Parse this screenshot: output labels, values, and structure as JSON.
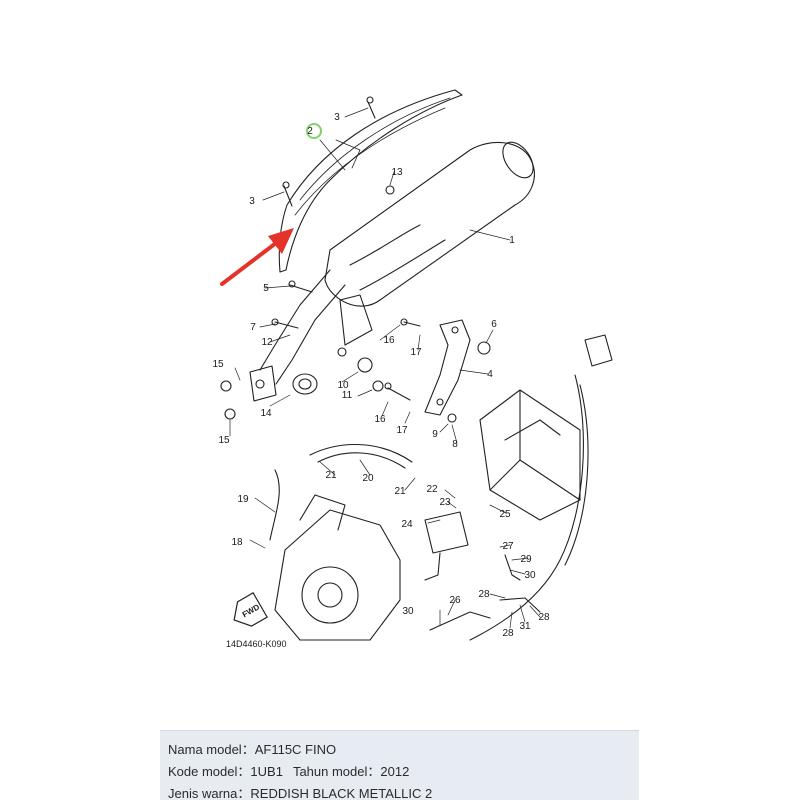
{
  "diagram": {
    "code": "14D4460-K090",
    "fwd": "FWD",
    "callouts": [
      "1",
      "2",
      "3",
      "3",
      "4",
      "5",
      "6",
      "7",
      "8",
      "9",
      "10",
      "11",
      "12",
      "13",
      "14",
      "15",
      "15",
      "16",
      "16",
      "17",
      "17",
      "18",
      "19",
      "20",
      "21",
      "21",
      "22",
      "23",
      "24",
      "25",
      "26",
      "27",
      "28",
      "28",
      "28",
      "29",
      "30",
      "30",
      "31"
    ],
    "highlighted_callout": "2",
    "arrow_color": "#e5332a",
    "highlight_color": "#7fd36b"
  },
  "info": {
    "model_name_label": "Nama model",
    "model_name_value": "AF115C FINO",
    "model_code_label": "Kode model",
    "model_code_value": "1UB1",
    "year_label": "Tahun model",
    "year_value": "2012",
    "color_label": "Jenis warna",
    "color_value": "REDDISH BLACK METALLIC 2",
    "separator": "："
  }
}
